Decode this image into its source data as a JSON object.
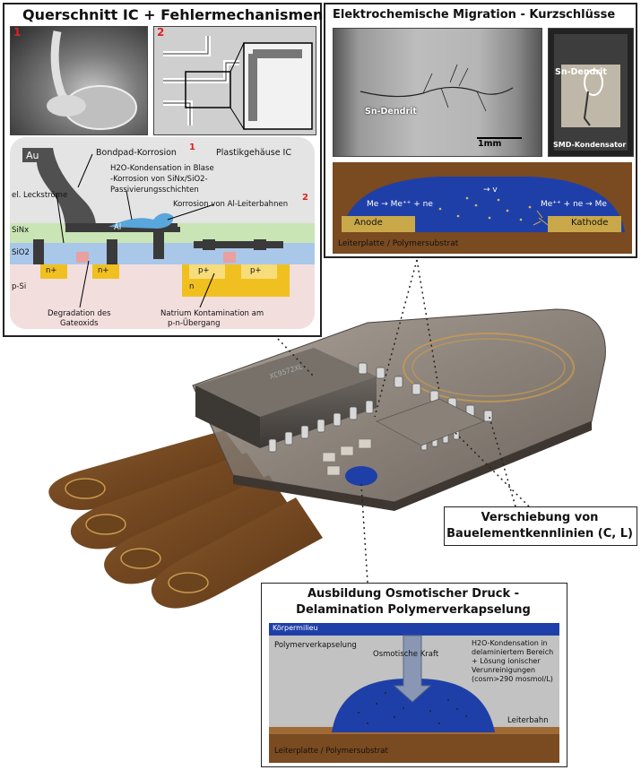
{
  "panel_ic": {
    "title": "Querschnitt IC + Fehlermechanismen",
    "photo1_num": "1",
    "photo2_num": "2",
    "label_au": "Au",
    "label_bondpad": "Bondpad-Korrosion",
    "label_bondpad_num": "1",
    "label_plastik": "Plastikgehäuse IC",
    "label_h2o_line1": "H2O-Kondensation in Blase",
    "label_h2o_line2": "-Korrosion von SiNx/SiO2-",
    "label_h2o_line3": "Passivierungsschichten",
    "label_leck": "el. Leckströme",
    "label_al_korrosion": "Korrosion von Al-Leiterbahnen",
    "label_al_korrosion_num": "2",
    "label_sinx": "SiNx",
    "label_al": "Al",
    "label_sio2": "SiO2",
    "label_n1": "n+",
    "label_n2": "n+",
    "label_p1": "p+",
    "label_p2": "p+",
    "label_n": "n",
    "label_psi": "p-Si",
    "label_degradation_line1": "Degradation des",
    "label_degradation_line2": "Gateoxids",
    "label_natrium_line1": "Natrium Kontamination am",
    "label_natrium_line2": "p-n-Übergang"
  },
  "panel_ecm": {
    "title": "Elektrochemische Migration - Kurzschlüsse",
    "label_sn_dendrit_left": "Sn-Dendrit",
    "label_scale": "1mm",
    "label_sn_dendrit_right": "Sn-Dendrit",
    "label_smd": "SMD-Kondensator",
    "label_anode_reaction": "Me → Me⁺⁺ + ne",
    "label_v": "→ v",
    "label_kathode_reaction": "Me⁺⁺ + ne → Me",
    "label_anode": "Anode",
    "label_kathode": "Kathode",
    "label_substrate": "Leiterplatte / Polymersubstrat"
  },
  "panel_shift": {
    "line1": "Verschiebung von",
    "line2": "Bauelementkennlinien (C, L)"
  },
  "panel_osmotic": {
    "title_line1": "Ausbildung Osmotischer Druck -",
    "title_line2": "Delamination Polymerverkapselung",
    "label_koerpermilieu": "Körpermilieu",
    "label_polymer": "Polymerverkapselung",
    "label_kraft": "Osmotische Kraft",
    "label_h2o_line1": "H2O-Kondensation in",
    "label_h2o_line2": "delaminiertem Bereich",
    "label_h2o_line3": "+ Lösung ionischer",
    "label_h2o_line4": "Verunreinigungen",
    "label_h2o_line5": "(cosm>290 mosmol/L)",
    "label_leiterbahn": "Leiterbahn",
    "label_substrate": "Leiterplatte / Polymersubstrat"
  },
  "device": {
    "chip_marking": "XC9572XL"
  },
  "colors": {
    "brown": "#7a4a21",
    "blue": "#1f3fa8",
    "sinx": "#c9e4b5",
    "sio2": "#a9c7e8",
    "psi": "#f3dede",
    "doping": "#f0c020",
    "red_number": "#d22222"
  }
}
